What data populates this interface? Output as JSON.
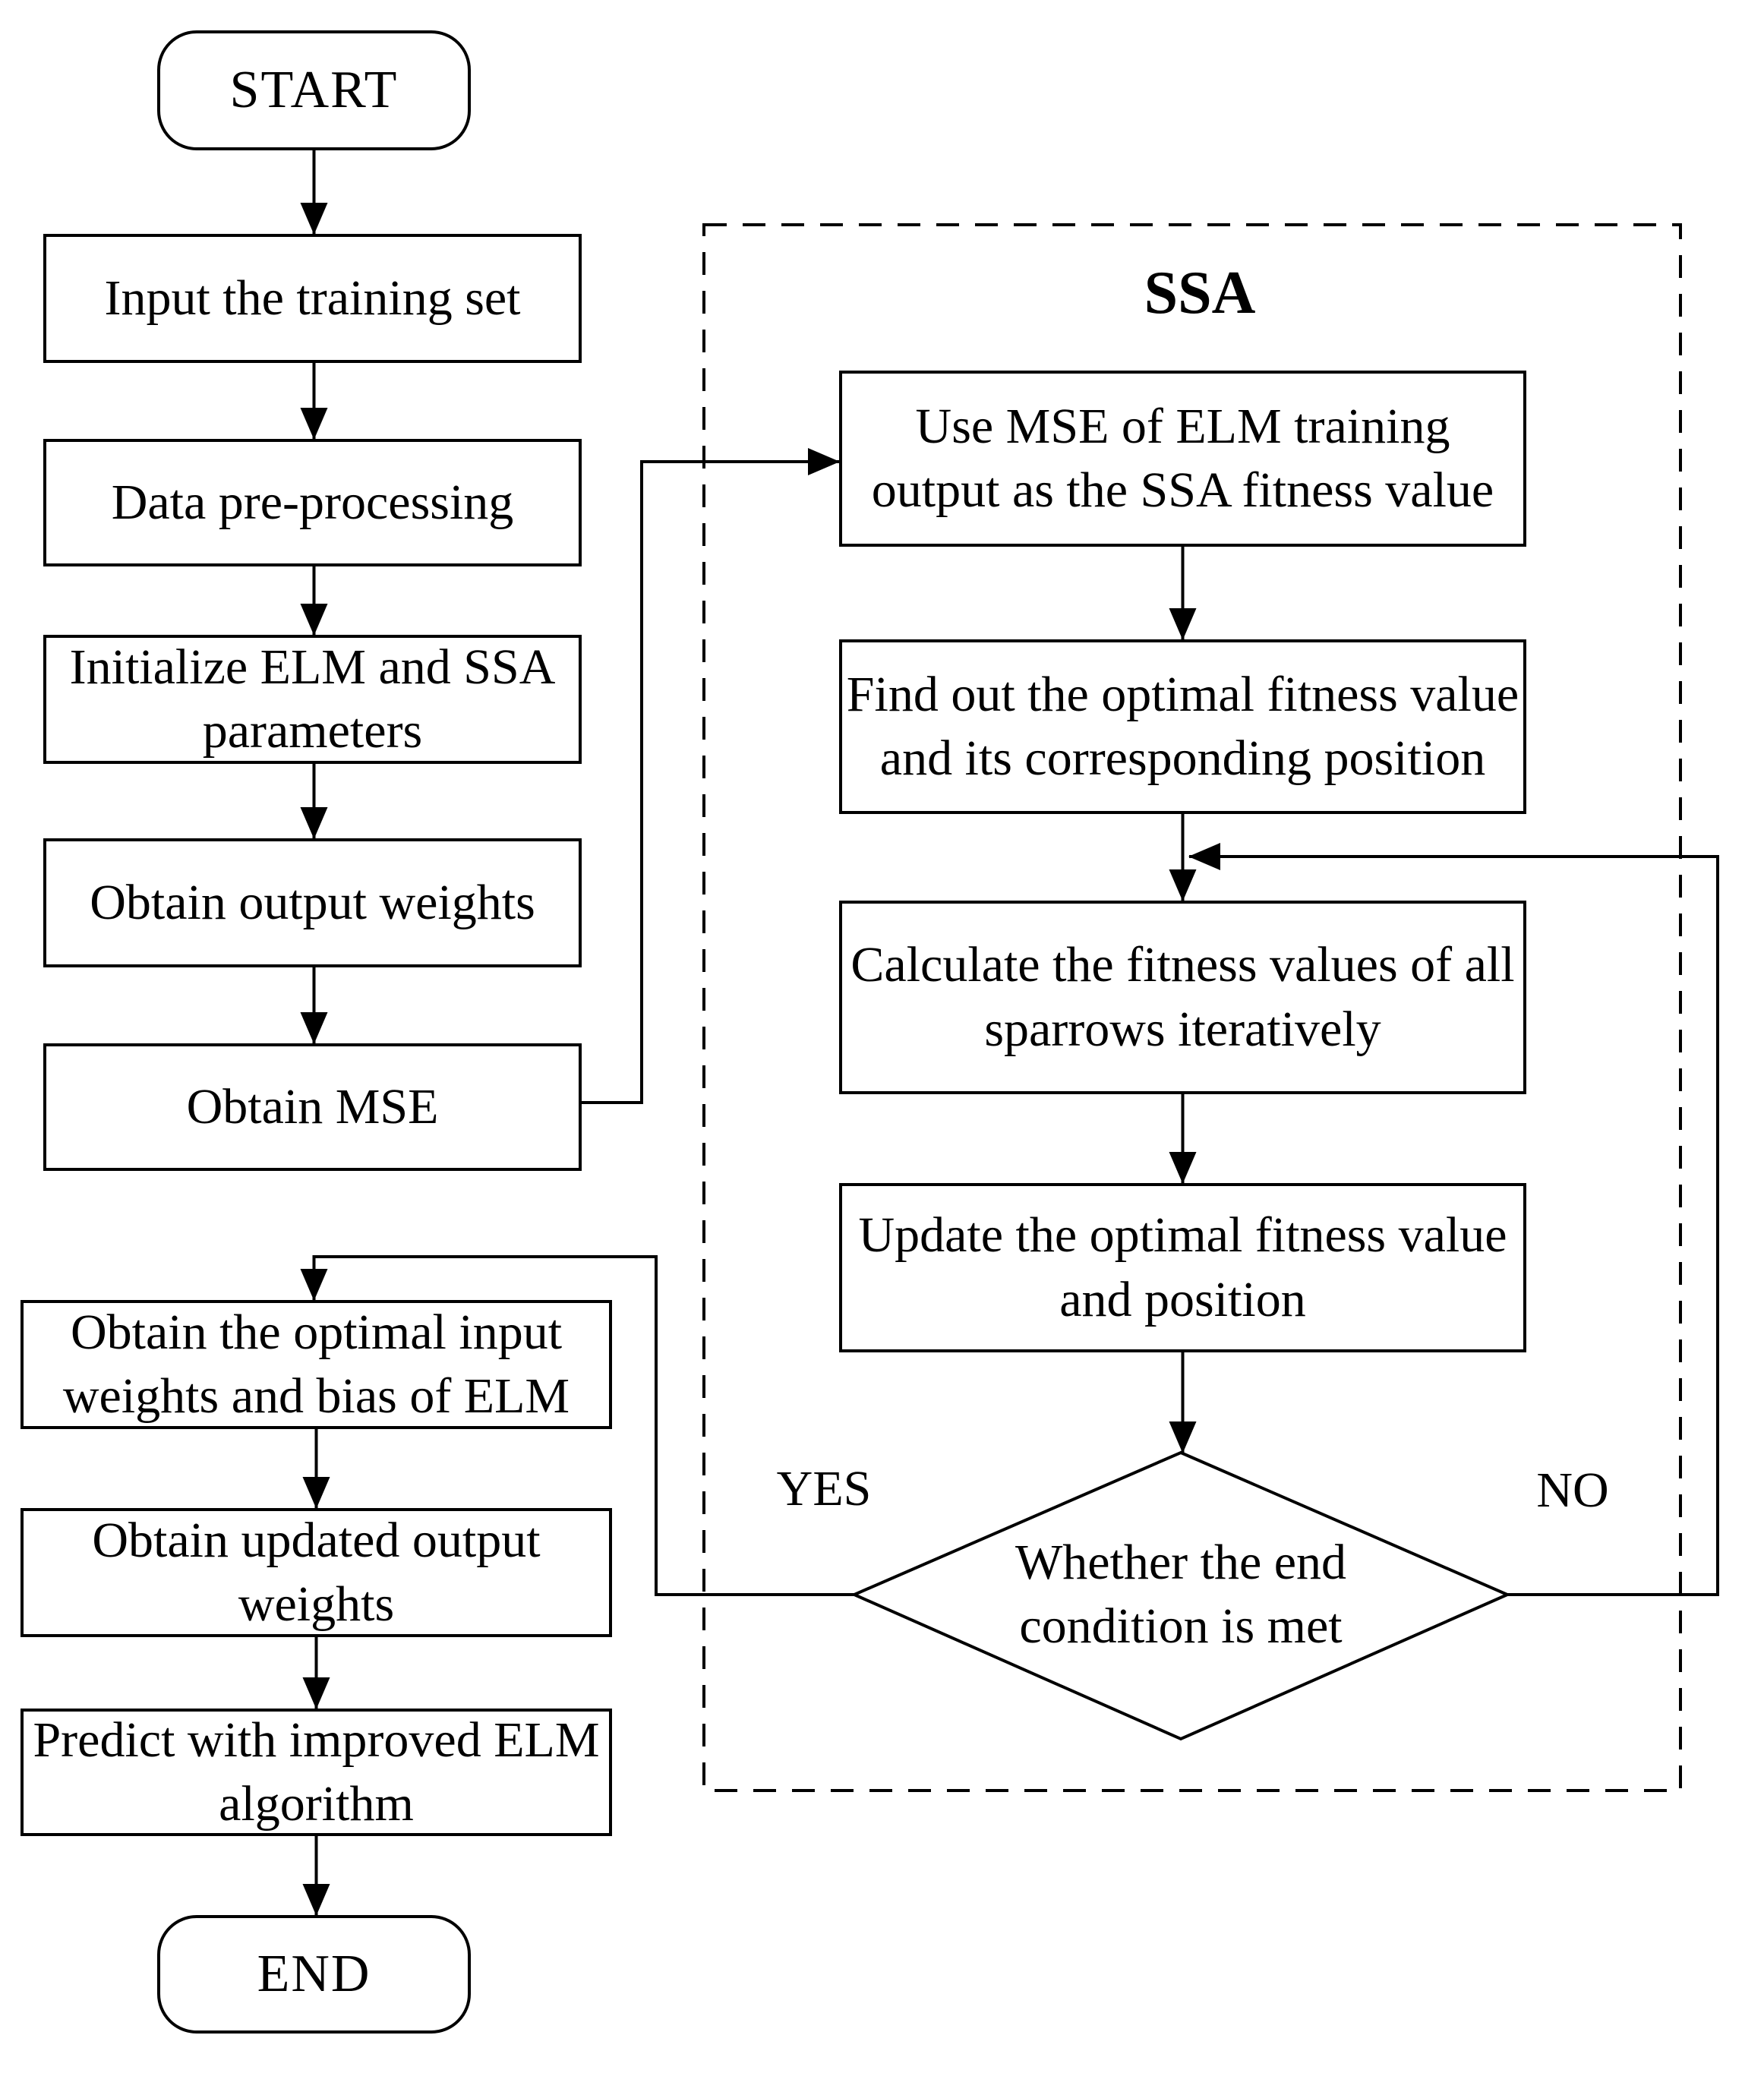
{
  "diagram": {
    "background_color": "#ffffff",
    "stroke_color": "#000000",
    "ssa_group_label": "SSA",
    "nodes": {
      "start": "START",
      "input_training": "Input the training set",
      "data_preprocessing": "Data pre-processing",
      "initialize_params": "Initialize ELM and SSA\nparameters",
      "obtain_output_weights": "Obtain output weights",
      "obtain_mse": "Obtain MSE",
      "use_mse_fitness": "Use MSE of ELM training\noutput as the SSA fitness value",
      "find_optimal_fitness": "Find out the optimal fitness value\nand its corresponding position",
      "calculate_fitness": "Calculate the fitness values of all\nsparrows iteratively",
      "update_optimal": "Update the optimal fitness value\nand position",
      "end_condition": "Whether the end\ncondition is met",
      "obtain_optimal_input": "Obtain the optimal input\nweights and bias of ELM",
      "obtain_updated_output": "Obtain updated output\nweights",
      "predict_improved": "Predict with improved ELM\nalgorithm",
      "end": "END"
    },
    "edge_labels": {
      "yes": "YES",
      "no": "NO"
    }
  }
}
